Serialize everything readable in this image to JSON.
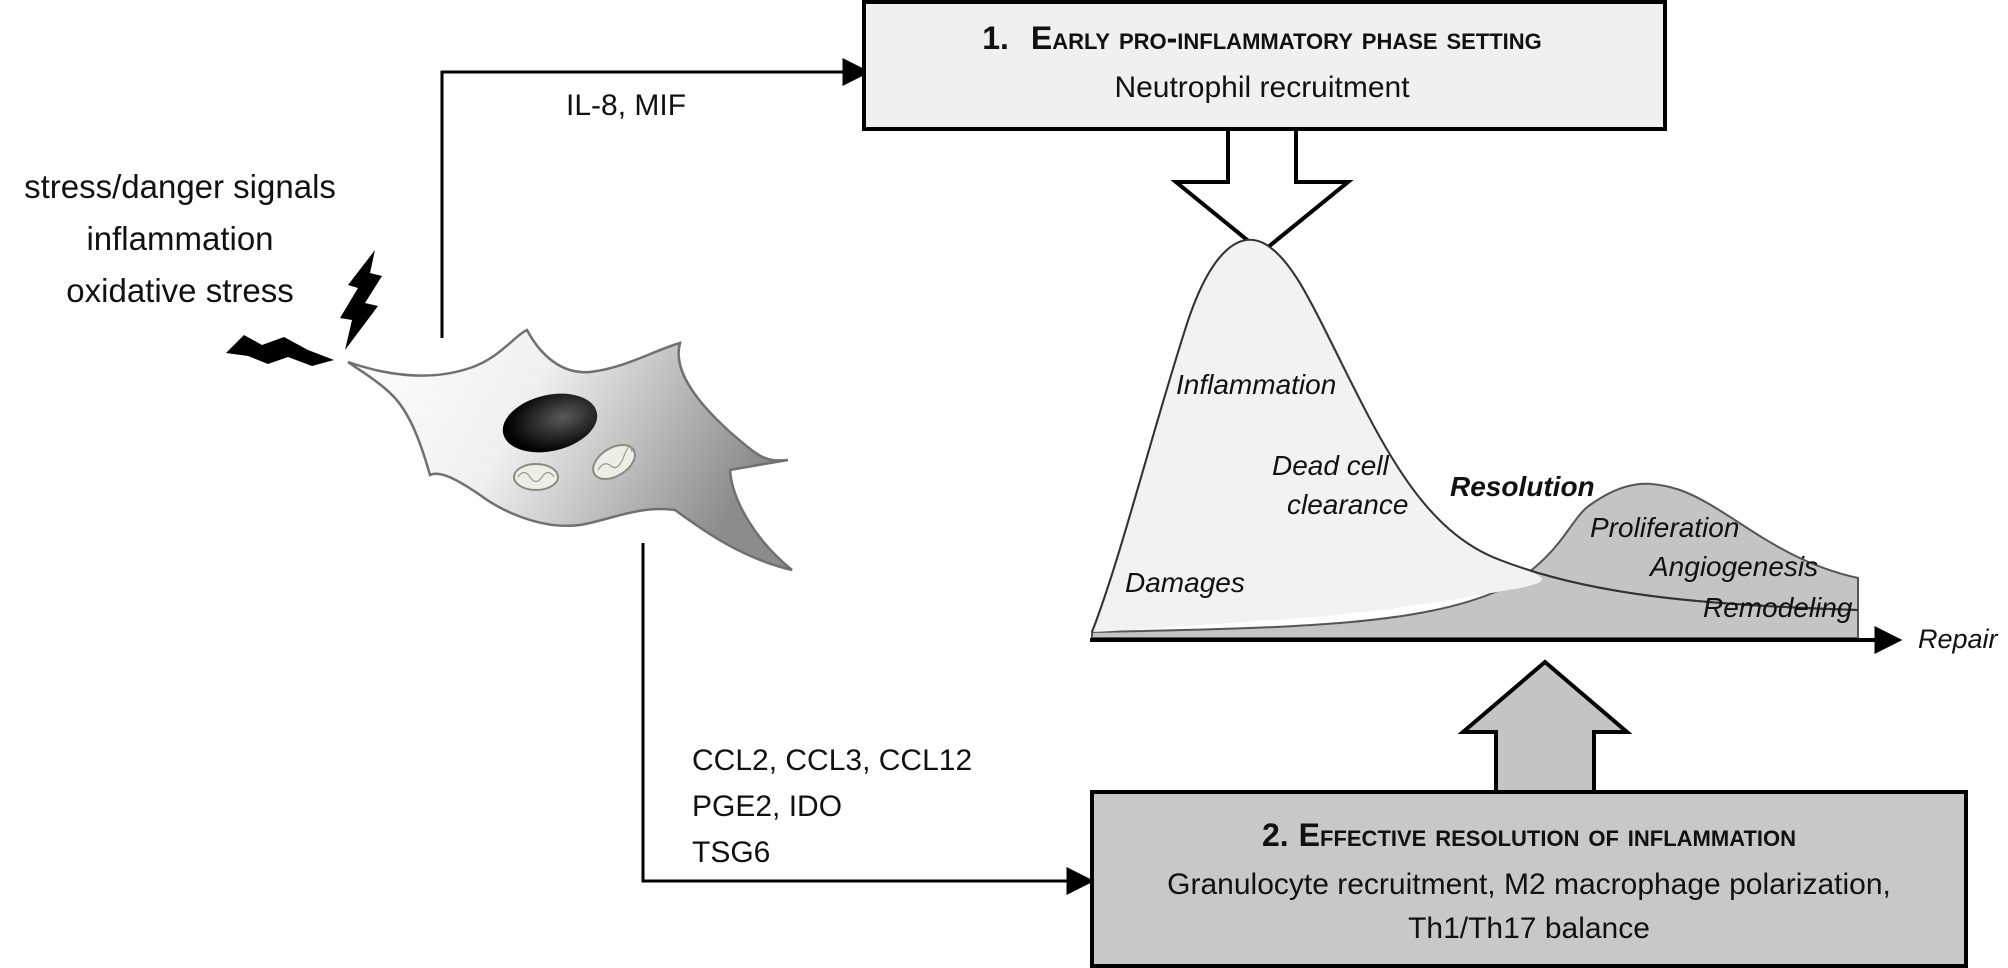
{
  "stress_signals": [
    "stress/danger signals",
    "inflammation",
    "oxidative stress"
  ],
  "top_arrow_label": "IL-8, MIF",
  "bottom_arrow_labels": [
    "CCL2, CCL3, CCL12",
    "PGE2, IDO",
    "TSG6"
  ],
  "box_early": {
    "number": "1.",
    "title": "Early pro-inflammatory phase setting",
    "subtitle": "Neutrophil recruitment"
  },
  "box_resolution": {
    "number": "2.",
    "title": "Effective resolution of inflammation",
    "lines": [
      "Granulocyte recruitment, M2 macrophage polarization,",
      "Th1/Th17 balance"
    ]
  },
  "curve_labels": {
    "inflammation": "Inflammation",
    "dead_cell": "Dead cell",
    "clearance": "clearance",
    "resolution": "Resolution",
    "damages": "Damages",
    "proliferation": "Proliferation",
    "angiogenesis": "Angiogenesis",
    "remodeling": "Remodeling",
    "axis_end": "Repair"
  },
  "colors": {
    "box_early_fill": "#f0f0f0",
    "box_resolution_fill": "#c8c8c8",
    "curve_inflammation_fill": "#f2f2f2",
    "curve_repair_fill": "#c4c4c4",
    "big_arrow_down_fill": "#ffffff",
    "big_arrow_up_fill": "#c4c4c4"
  }
}
